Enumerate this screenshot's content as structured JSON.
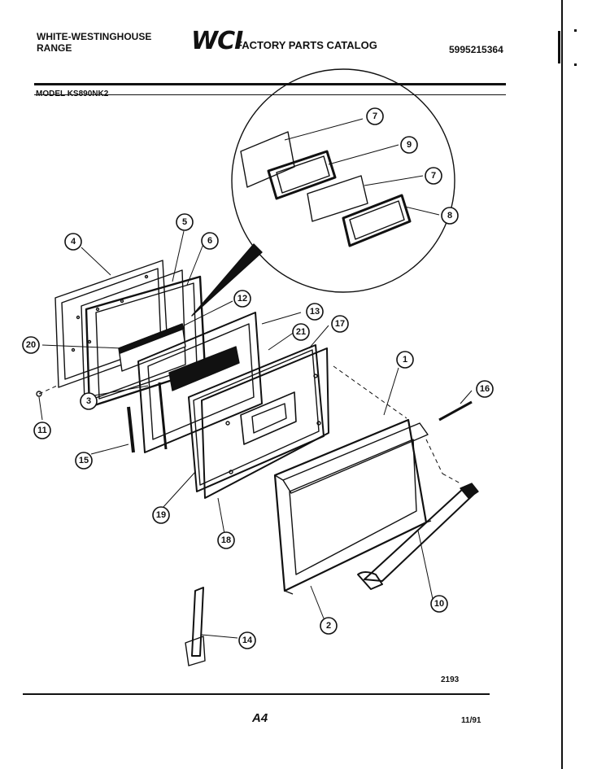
{
  "header": {
    "brand_line1": "WHITE-WESTINGHOUSE",
    "brand_line2": "RANGE",
    "logo": "WCI",
    "catalog_title": "FACTORY PARTS CATALOG",
    "part_number": "5995215364"
  },
  "model_label": "MODEL KS890NK2",
  "footer": {
    "code": "2193",
    "page": "A4",
    "date": "11/91"
  },
  "callouts": [
    {
      "id": "c7a",
      "label": "7"
    },
    {
      "id": "c9",
      "label": "9"
    },
    {
      "id": "c7b",
      "label": "7"
    },
    {
      "id": "c8",
      "label": "8"
    },
    {
      "id": "c5",
      "label": "5"
    },
    {
      "id": "c4",
      "label": "4"
    },
    {
      "id": "c6",
      "label": "6"
    },
    {
      "id": "c12",
      "label": "12"
    },
    {
      "id": "c13",
      "label": "13"
    },
    {
      "id": "c17",
      "label": "17"
    },
    {
      "id": "c21",
      "label": "21"
    },
    {
      "id": "c20",
      "label": "20"
    },
    {
      "id": "c1",
      "label": "1"
    },
    {
      "id": "c16",
      "label": "16"
    },
    {
      "id": "c11",
      "label": "11"
    },
    {
      "id": "c3",
      "label": "3"
    },
    {
      "id": "c15",
      "label": "15"
    },
    {
      "id": "c19",
      "label": "19"
    },
    {
      "id": "c18",
      "label": "18"
    },
    {
      "id": "c10",
      "label": "10"
    },
    {
      "id": "c2",
      "label": "2"
    },
    {
      "id": "c14",
      "label": "14"
    }
  ]
}
